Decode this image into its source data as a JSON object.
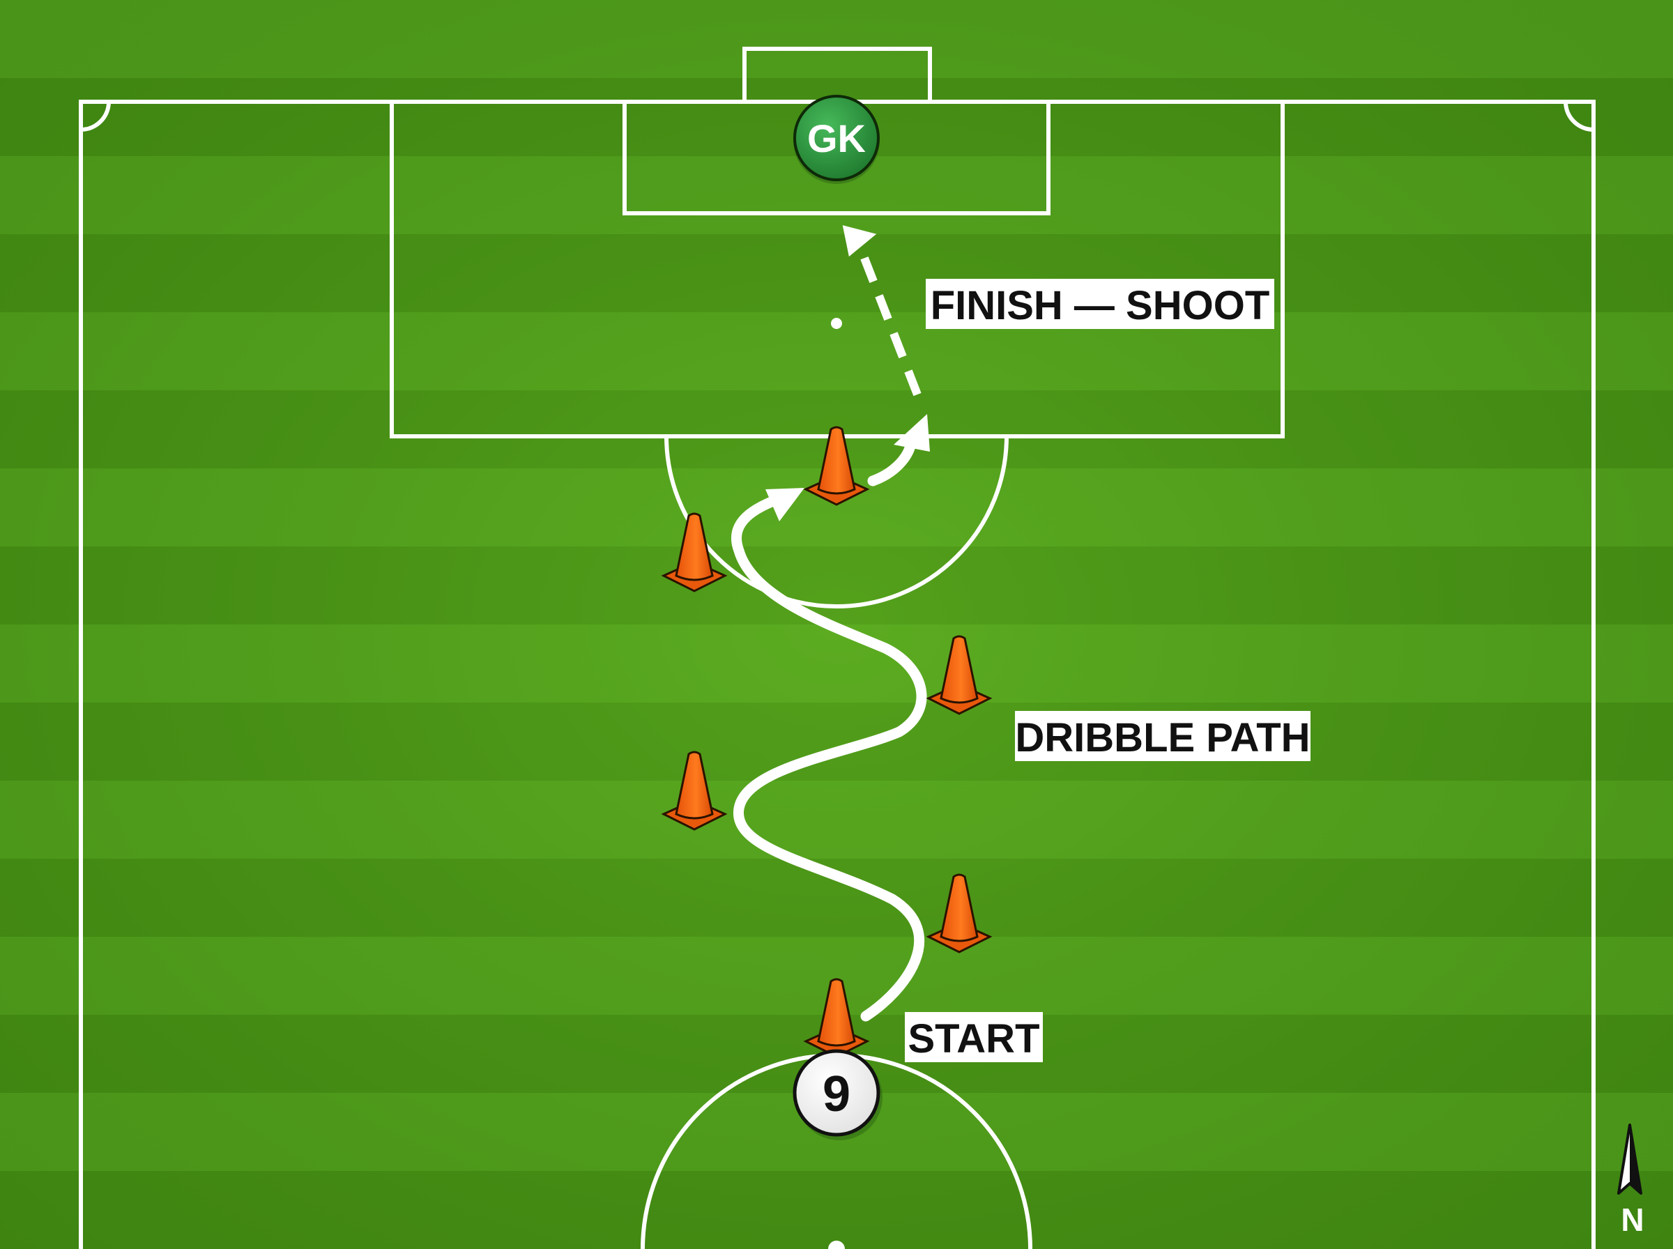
{
  "diagram": {
    "players": {
      "goalkeeper": "GK",
      "dribbler": "9"
    },
    "labels": {
      "finish": "FINISH — SHOOT",
      "dribble": "DRIBBLE PATH",
      "start": "START"
    },
    "compass": {
      "direction": "N",
      "icon": "north-arrow-icon"
    },
    "cone_count": 6,
    "colors": {
      "pitch": "#4e9a1a",
      "pitch_stripe_light": "#58a820",
      "pitch_stripe_dark": "#479014",
      "lines": "#ffffff",
      "cone": "#ff6a13",
      "goalkeeper": "#2e9a3f",
      "label_bg": "#ffffff",
      "label_text": "#111111"
    }
  }
}
